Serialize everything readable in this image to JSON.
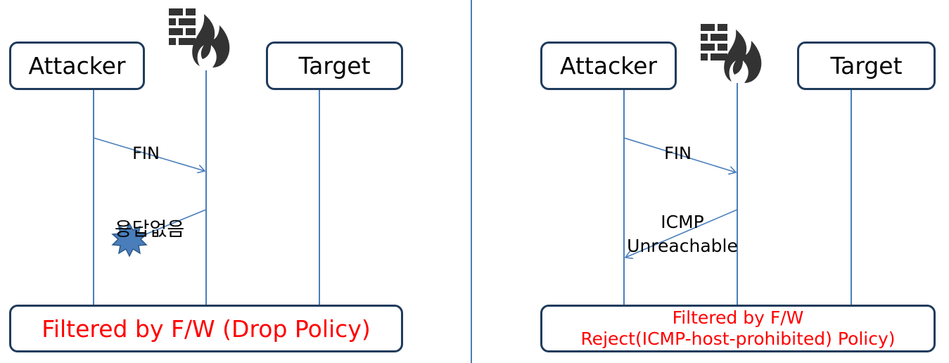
{
  "colors": {
    "lifeline": "#4a7ebb",
    "box_border": "#1f3b5c",
    "policy_text": "#ff0000",
    "firewall_icon": "#333333",
    "starburst": "#4a7ebb",
    "divider": "#4a7ebb"
  },
  "icons": [
    "firewall-icon",
    "starburst-icon"
  ],
  "left": {
    "attacker": "Attacker",
    "target": "Target",
    "message_fin": "FIN",
    "no_response": "응답없음",
    "policy": "Filtered by F/W (Drop Policy)"
  },
  "right": {
    "attacker": "Attacker",
    "target": "Target",
    "message_fin": "FIN",
    "reply_line1": "ICMP",
    "reply_line2": "Unreachable",
    "policy_line1": "Filtered by F/W",
    "policy_line2": "Reject(ICMP-host-prohibited) Policy)"
  }
}
